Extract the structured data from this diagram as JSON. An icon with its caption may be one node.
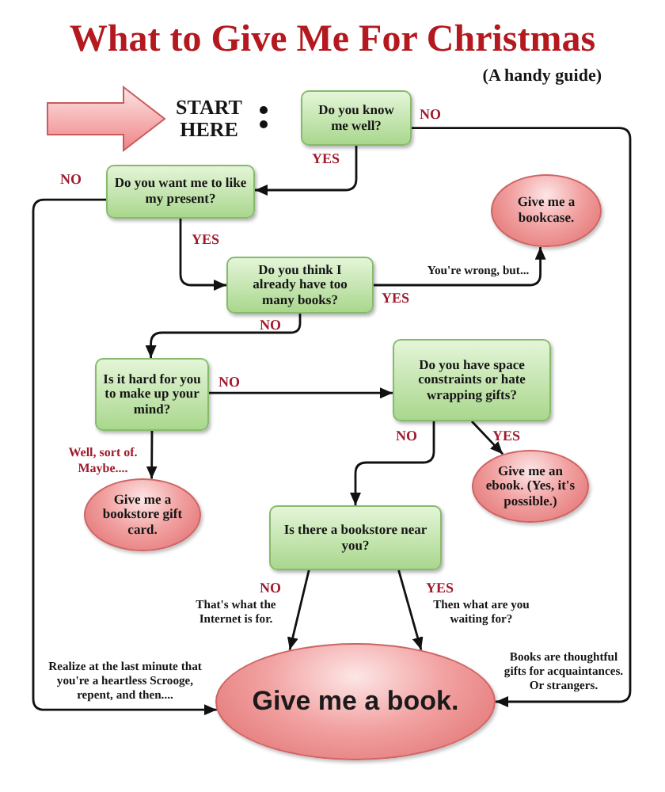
{
  "diagram": {
    "title": "What to Give Me For Christmas",
    "nodes": [
      {
        "text": [
          "START HERE"
        ]
      },
      {
        "text": [
          "Do you know me well?"
        ]
      },
      {
        "text": [
          "Do you want me to like my present?"
        ]
      },
      {
        "text": [
          "Give me a bookcase."
        ]
      },
      {
        "text": [
          "Do you think I already have too many books?"
        ]
      },
      {
        "text": [
          "Is it hard for you to make up your mind?"
        ]
      },
      {
        "text": [
          "Do you have space constraints or hate wrapping gifts?"
        ]
      },
      {
        "text": [
          "Give me a bookstore gift card."
        ]
      },
      {
        "text": [
          "Give me an ebook. (Yes, it's possible.)"
        ]
      },
      {
        "text": [
          "Is there a bookstore near you?"
        ]
      },
      {
        "text": [
          "Give me a book."
        ]
      }
    ],
    "edges": [
      {
        "from": null,
        "to": 0,
        "arrow": "to",
        "style": "thick",
        "color": "#ee8486"
      },
      {
        "from": 1,
        "to": 2,
        "arrow": "to",
        "label": "YES"
      },
      {
        "from": 1,
        "to": 10,
        "arrow": "to",
        "label": "NO"
      },
      {
        "from": 2,
        "to": 10,
        "arrow": "to",
        "label": "NO"
      },
      {
        "from": 2,
        "to": 4,
        "arrow": "to",
        "label": "YES"
      },
      {
        "from": 4,
        "to": 3,
        "arrow": "to",
        "label": "YES"
      },
      {
        "from": 4,
        "to": 5,
        "arrow": "to",
        "label": "NO"
      },
      {
        "from": 5,
        "to": 6,
        "arrow": "to",
        "label": "NO"
      },
      {
        "from": 5,
        "to": 7,
        "arrow": "to",
        "label": "Well, sort of. Maybe...."
      },
      {
        "from": 6,
        "to": 9,
        "arrow": "to",
        "label": "NO"
      },
      {
        "from": 6,
        "to": 8,
        "arrow": "to",
        "label": "YES"
      },
      {
        "from": 9,
        "to": 10,
        "arrow": "to",
        "label": "NO"
      },
      {
        "from": 9,
        "to": 10,
        "arrow": "to",
        "label": "YES"
      }
    ],
    "labels": [
      "(A handy guide)",
      "You're wrong, but...",
      "That's what the Internet is for.",
      "Then what are you waiting for?",
      "Realize at the last minute that you're a heartless Scrooge, repent, and then....",
      "Books are thoughtful gifts for acquaintances. Or strangers."
    ]
  }
}
